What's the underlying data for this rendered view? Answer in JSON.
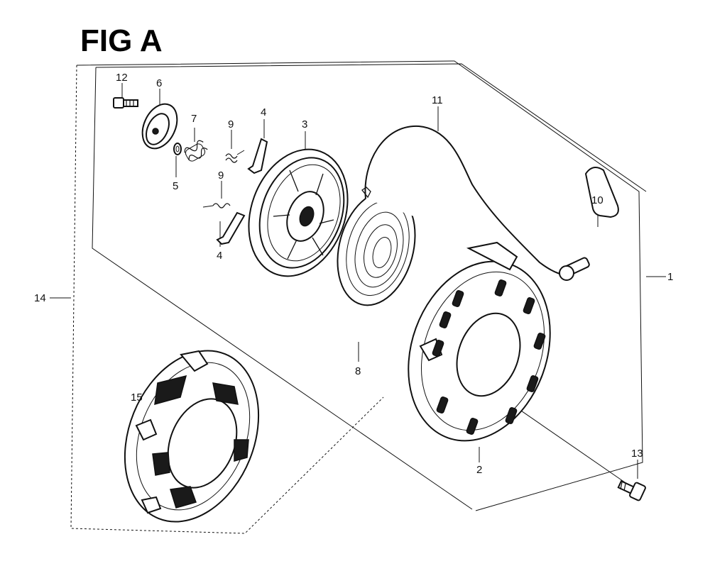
{
  "figure": {
    "title": "FIG A"
  },
  "callouts": {
    "c1": "1",
    "c2": "2",
    "c3": "3",
    "c4a": "4",
    "c4b": "4",
    "c5": "5",
    "c6": "6",
    "c7": "7",
    "c8": "8",
    "c9a": "9",
    "c9b": "9",
    "c10": "10",
    "c11": "11",
    "c12": "12",
    "c13": "13",
    "c14": "14",
    "c15": "15"
  },
  "parts": {
    "p1": "recoil-starter-assembly",
    "p2": "starter-case",
    "p3": "reel",
    "p4": "ratchet",
    "p5": "washer",
    "p6": "friction-plate",
    "p7": "spring",
    "p8": "recoil-spring",
    "p9": "ratchet-spring",
    "p10": "starter-grip",
    "p11": "starter-rope",
    "p12": "bolt",
    "p13": "flange-bolt",
    "p14": "starter-assembly-kit",
    "p15": "cover"
  }
}
